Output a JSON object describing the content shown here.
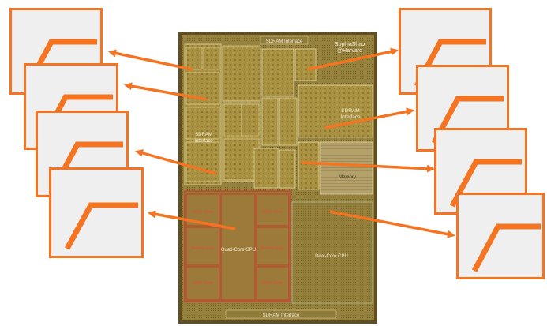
{
  "diagram": {
    "colors": {
      "accent": "#f47421",
      "card_fill": "#efefef",
      "die_bg": "#6b5a2a",
      "die_gold": "#a7903f",
      "die_dark": "#4a3d1c",
      "gpu_red": "#c8362b",
      "cpu_green": "#a3ad7a"
    },
    "die_labels": {
      "sdram_top": "SDRAM Interface",
      "watermark_name": "SophiaShao",
      "watermark_org": "@Harvard",
      "sdram_right": "SDRAM",
      "sdram_right_2": "Interface",
      "sdram_left": "SDRAM",
      "sdram_left_2": "Interface",
      "l2_memory": "Memory",
      "gpu_core_tl": "GPU Core",
      "gpu_core_tr": "GPU Core",
      "gpu_core_bl": "GPU Core",
      "gpu_core_br": "GPU Core",
      "gpu_center": "Quad-Core GPU",
      "shared_left": "Shared Logic",
      "shared_right": "Shared Logic",
      "cpu_center": "Dual-Core CPU",
      "sdram_bottom": "SDRAM Interface"
    },
    "card_count_left": 4,
    "card_count_right": 4
  }
}
